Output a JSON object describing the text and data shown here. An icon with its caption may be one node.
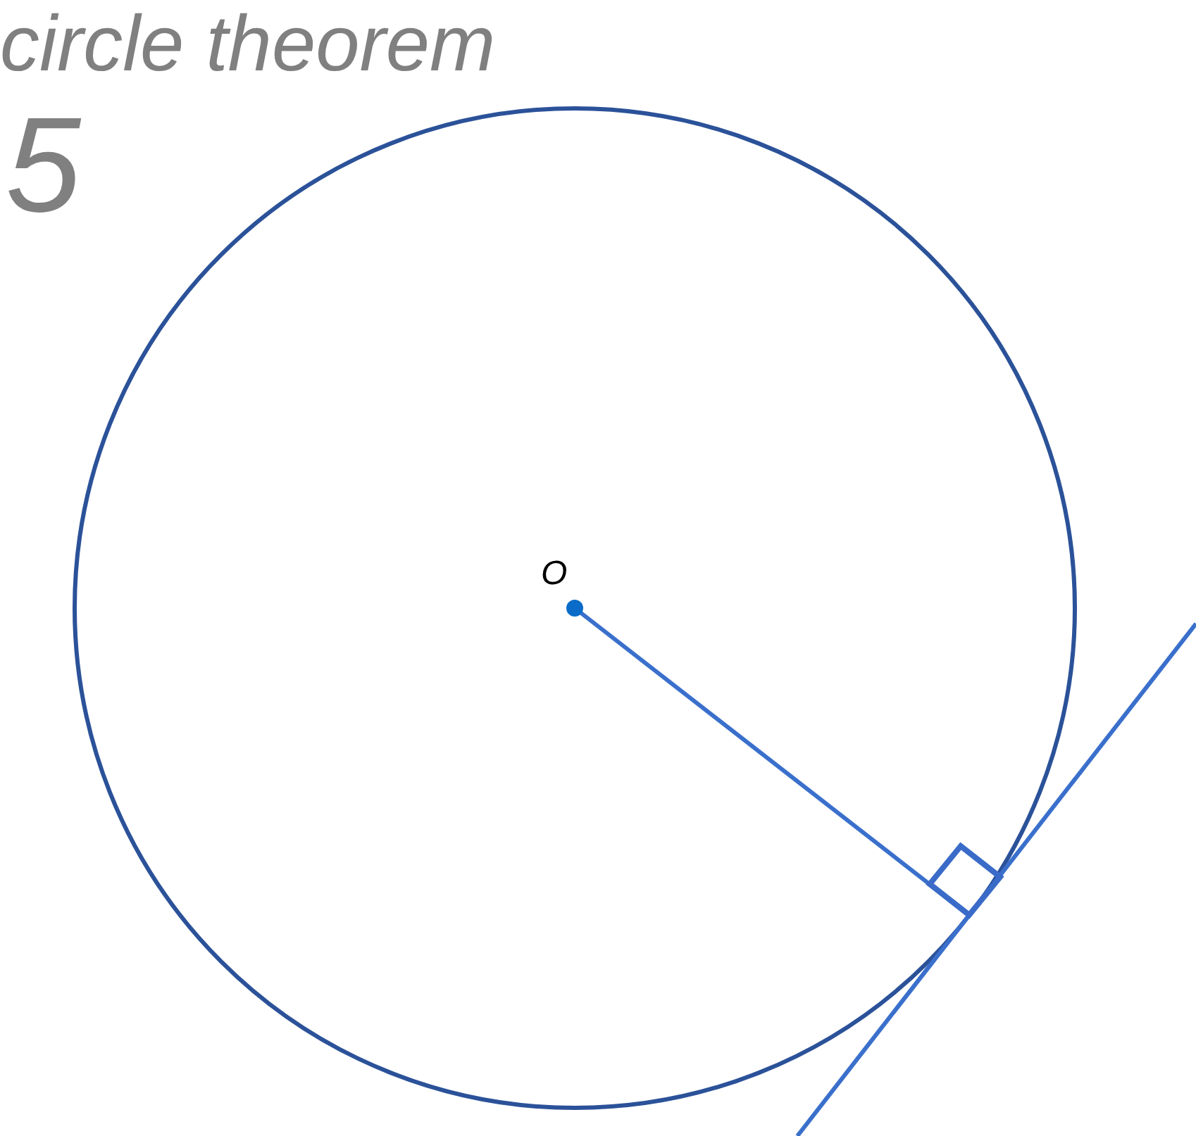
{
  "diagram": {
    "title": "circle theorem",
    "labels": [
      "5",
      "O"
    ]
  }
}
